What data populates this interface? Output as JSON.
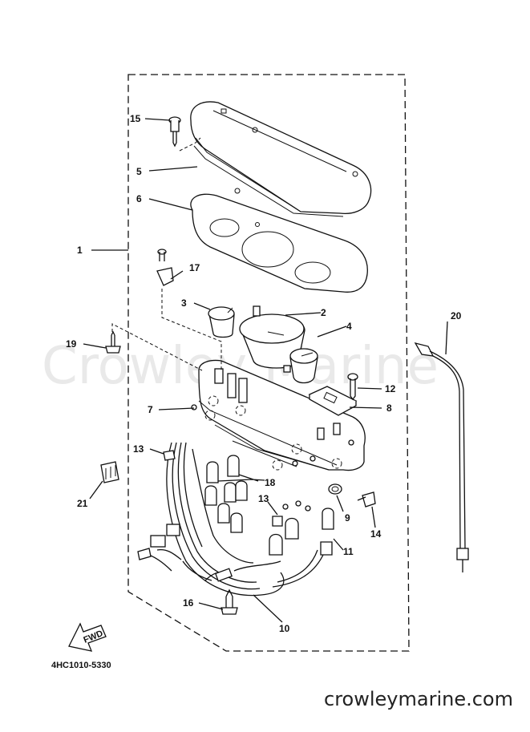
{
  "watermark": "Crowley Marine",
  "diagram_code": "4HC1010-5330",
  "website": "crowleymarine.com",
  "fwd_arrow_label": "FWD",
  "callouts": {
    "c1": "1",
    "c2": "2",
    "c3": "3",
    "c4": "4",
    "c5": "5",
    "c6": "6",
    "c7": "7",
    "c8": "8",
    "c9": "9",
    "c10": "10",
    "c11": "11",
    "c12": "12",
    "c13a": "13",
    "c13b": "13",
    "c14": "14",
    "c15": "15",
    "c16": "16",
    "c17": "17",
    "c18": "18",
    "c19": "19",
    "c20": "20",
    "c21": "21"
  }
}
